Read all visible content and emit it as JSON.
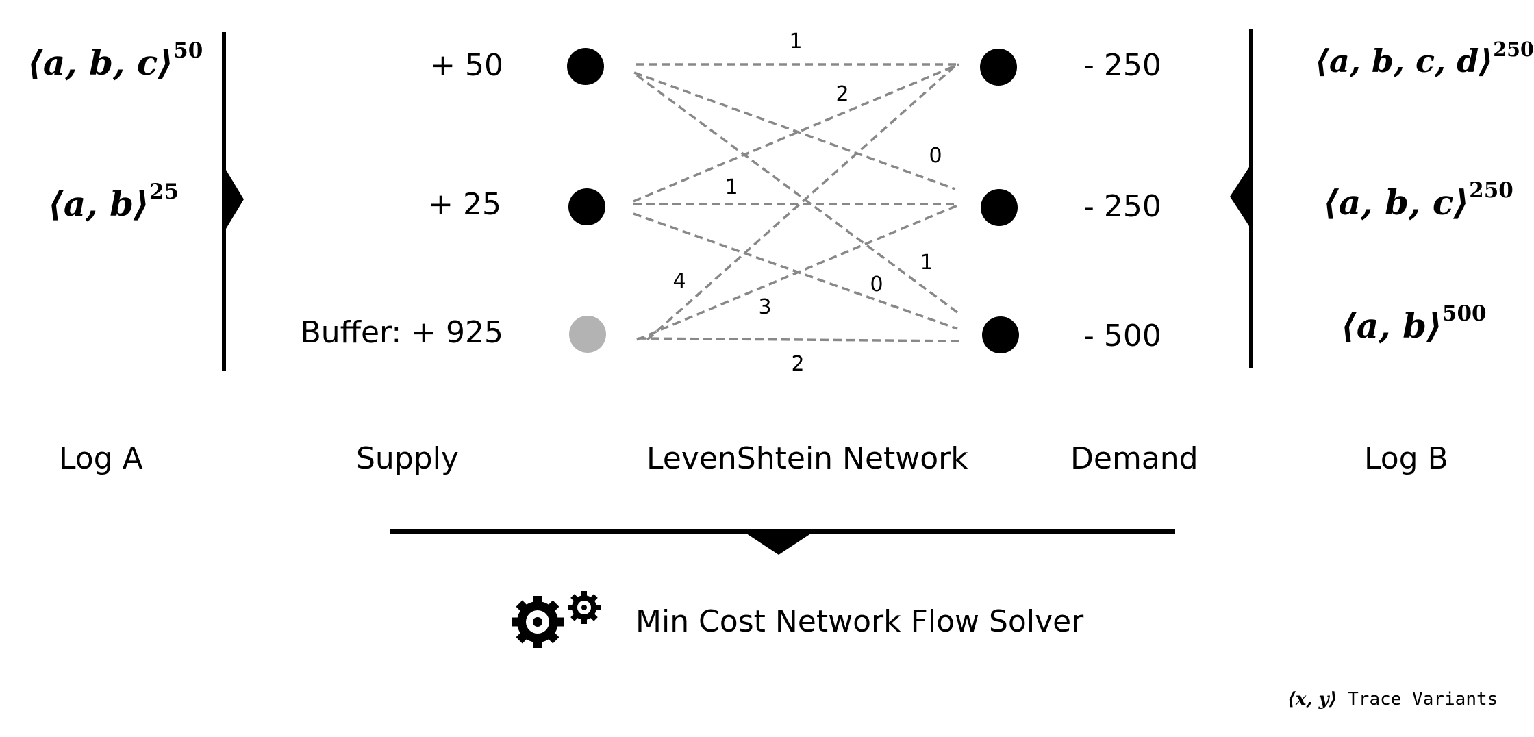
{
  "log_a": {
    "title": "Log A",
    "variants": [
      {
        "trace": "⟨a, b, c⟩",
        "count": "50"
      },
      {
        "trace": "⟨a, b⟩",
        "count": "25"
      }
    ]
  },
  "supply": {
    "title": "Supply",
    "nodes": [
      {
        "label": "+ 50",
        "color": "#000000"
      },
      {
        "label": "+ 25",
        "color": "#000000"
      },
      {
        "label": "Buffer: + 925",
        "color": "#b3b3b3"
      }
    ]
  },
  "network": {
    "title": "LevenShtein Network",
    "edge_color": "#888888",
    "edges": [
      {
        "from": 0,
        "to": 0,
        "cost": "1"
      },
      {
        "from": 0,
        "to": 1,
        "cost": "2"
      },
      {
        "from": 0,
        "to": 2,
        "cost": "1"
      },
      {
        "from": 1,
        "to": 0,
        "cost": "0"
      },
      {
        "from": 1,
        "to": 1,
        "cost": "1"
      },
      {
        "from": 1,
        "to": 2,
        "cost": "0"
      },
      {
        "from": 2,
        "to": 0,
        "cost": "4"
      },
      {
        "from": 2,
        "to": 1,
        "cost": "3"
      },
      {
        "from": 2,
        "to": 2,
        "cost": "2"
      }
    ]
  },
  "demand": {
    "title": "Demand",
    "nodes": [
      {
        "label": "- 250"
      },
      {
        "label": "- 250"
      },
      {
        "label": "- 500"
      }
    ]
  },
  "log_b": {
    "title": "Log B",
    "variants": [
      {
        "trace": "⟨a, b, c, d⟩",
        "count": "250"
      },
      {
        "trace": "⟨a, b, c⟩",
        "count": "250"
      },
      {
        "trace": "⟨a, b⟩",
        "count": "500"
      }
    ]
  },
  "solver": {
    "label": "Min Cost Network Flow Solver",
    "icon": "gears-icon"
  },
  "legend": {
    "symbol": "⟨x, y⟩",
    "text": "Trace Variants"
  }
}
